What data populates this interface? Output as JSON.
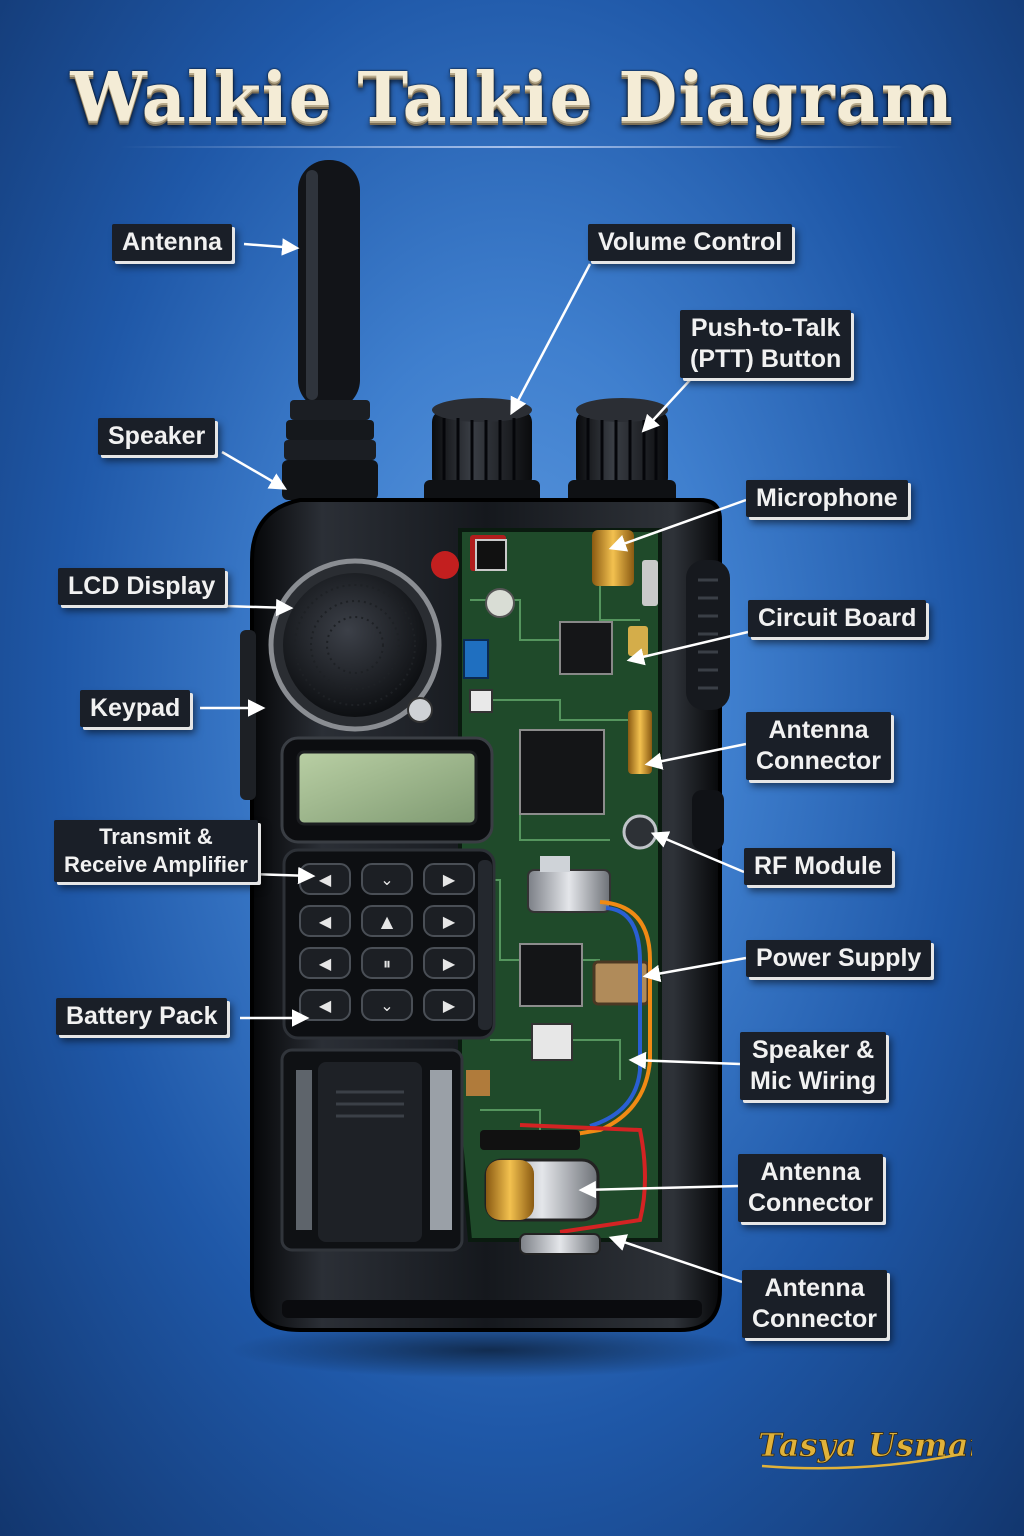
{
  "title": "Walkie Talkie Diagram",
  "labels": {
    "antenna": "Antenna",
    "volume_control": "Volume Control",
    "ptt_line1": "Push-to-Talk",
    "ptt_line2": "(PTT) Button",
    "speaker": "Speaker",
    "microphone": "Microphone",
    "lcd_display": "LCD Display",
    "circuit_board": "Circuit Board",
    "keypad": "Keypad",
    "antenna_connector_1_line1": "Antenna",
    "antenna_connector_1_line2": "Connector",
    "transmit_line1": "Transmit &",
    "transmit_line2": "Receive Amplifier",
    "rf_module": "RF Module",
    "power_supply": "Power Supply",
    "battery_pack": "Battery Pack",
    "wiring_line1": "Speaker &",
    "wiring_line2": "Mic Wiring",
    "antenna_connector_2_line1": "Antenna",
    "antenna_connector_2_line2": "Connector",
    "antenna_connector_3_line1": "Antenna",
    "antenna_connector_3_line2": "Connector"
  },
  "signature": "Tasya Usman",
  "colors": {
    "background": "#3f7fce",
    "label_bg": "#1a1f28",
    "label_text": "#f1f1f1",
    "title_text": "#f4ecd6",
    "pcb_green": "#1f4a2a",
    "signature_gold": "#e0b23a"
  },
  "keypad_keys": [
    "◀",
    "⌄",
    "▶",
    "◀",
    "▲",
    "▶",
    "◀",
    "⏸",
    "▶",
    "◀",
    "⌄",
    "▶"
  ]
}
